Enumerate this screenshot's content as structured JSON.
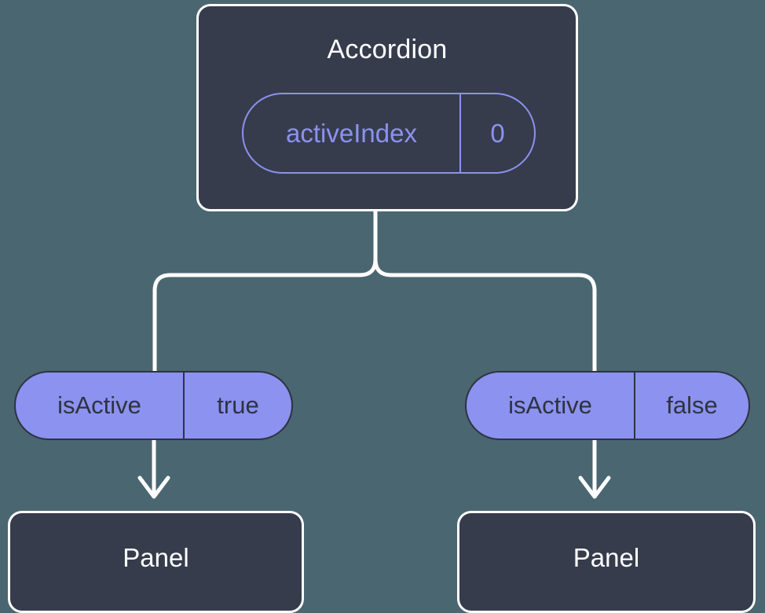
{
  "diagram": {
    "background_color": "#4a6671",
    "node_fill_color": "#363c4c",
    "node_border_color": "#ffffff",
    "accent_color": "#8b92ef",
    "connector_color": "#ffffff"
  },
  "root": {
    "title": "Accordion",
    "prop": {
      "key": "activeIndex",
      "value": "0"
    }
  },
  "branches": [
    {
      "badge": {
        "key": "isActive",
        "value": "true"
      },
      "child": {
        "title": "Panel"
      }
    },
    {
      "badge": {
        "key": "isActive",
        "value": "false"
      },
      "child": {
        "title": "Panel"
      }
    }
  ]
}
